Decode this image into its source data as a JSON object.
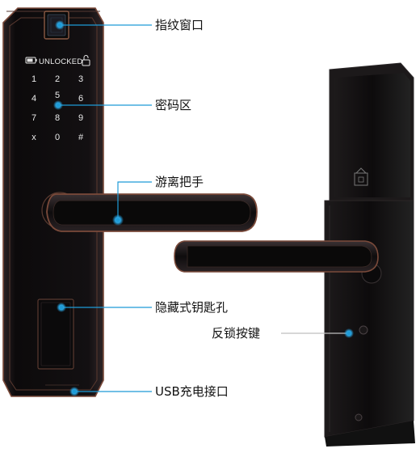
{
  "lock_status": {
    "text": "UNLOCKED"
  },
  "keypad": {
    "keys": [
      "1",
      "2",
      "3",
      "4",
      "5",
      "6",
      "7",
      "8",
      "9",
      "x",
      "0",
      "#"
    ]
  },
  "callouts": {
    "fingerprint": "指纹窗口",
    "keypad": "密码区",
    "handle": "游离把手",
    "keyhole": "隐藏式钥匙孔",
    "reverse_lock": "反锁按键",
    "usb": "USB充电接口"
  },
  "colors": {
    "body": "#141214",
    "bronze_trim": "#7a4a3a",
    "callout_line": "#1e9bd7",
    "callout_dot": "#2aa8e6"
  }
}
